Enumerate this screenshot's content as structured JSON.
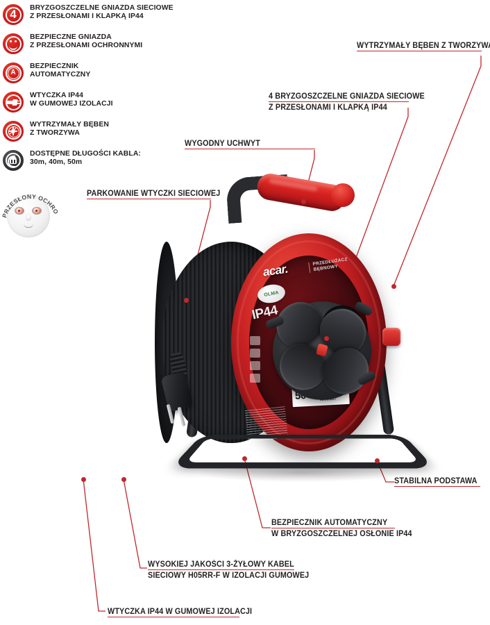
{
  "meta": {
    "language": "pl",
    "accent_red": "#c1272d",
    "icon_red": "#d2201d",
    "text_dark": "#231f20"
  },
  "features": [
    {
      "icon": "number-4-icon",
      "badge": "4",
      "lines": [
        "BRYZGOSZCZELNE GNIAZDA SIECIOWE",
        "Z PRZESŁONAMI I KLAPKĄ IP44"
      ]
    },
    {
      "icon": "smiley-face-icon",
      "badge": "",
      "lines": [
        "BEZPIECZNE GNIAZDA",
        "Z PRZESŁONAMI OCHRONNYMI"
      ]
    },
    {
      "icon": "letter-a-circuit-breaker-icon",
      "badge": "A",
      "lines": [
        "BEZPIECZNIK",
        "AUTOMATYCZNY"
      ]
    },
    {
      "icon": "plug-icon",
      "badge": "",
      "lines": [
        "WTYCZKA IP44",
        "W GUMOWEJ IZOLACJI"
      ]
    },
    {
      "icon": "cable-reel-icon",
      "badge": "",
      "lines": [
        "WYTRZYMAŁY BĘBEN",
        "Z TWORZYWA"
      ]
    },
    {
      "icon": "cable-length-socket-icon",
      "badge": "",
      "lines": [
        "DOSTĘPNE DŁUGOŚCI KABLA:",
        "30m, 40m, 50m"
      ]
    }
  ],
  "badge": {
    "arc_text": "PRZESŁONY OCHRONNE",
    "name": "protective-shutters-badge"
  },
  "callouts": [
    {
      "id": "callout-durable-drum",
      "lines": [
        "WYTRZYMAŁY BĘBEN Z TWORZYWA"
      ],
      "align": "left"
    },
    {
      "id": "callout-four-sockets",
      "lines": [
        "4 BRYZGOSZCZELNE GNIAZDA SIECIOWE",
        "Z PRZESŁONAMI I KLAPKĄ IP44"
      ],
      "align": "left"
    },
    {
      "id": "callout-comfort-handle",
      "lines": [
        "WYGODNY UCHWYT"
      ],
      "align": "left"
    },
    {
      "id": "callout-plug-parking",
      "lines": [
        "PARKOWANIE WTYCZKI SIECIOWEJ"
      ],
      "align": "left"
    },
    {
      "id": "callout-stable-base",
      "lines": [
        "STABILNA PODSTAWA"
      ],
      "align": "left"
    },
    {
      "id": "callout-auto-breaker",
      "lines": [
        "BEZPIECZNIK AUTOMATYCZNY",
        "W BRYZGOSZCZELNEJ OSŁONIE IP44"
      ],
      "align": "left"
    },
    {
      "id": "callout-quality-cable",
      "lines": [
        "WYSOKIEJ JAKOŚCI 3-ŻYŁOWY KABEL",
        "SIECIOWY H05RR-F W IZOLACJI GUMOWEJ"
      ],
      "align": "left"
    },
    {
      "id": "callout-rubber-plug",
      "lines": [
        "WTYCZKA IP44 W GUMOWEJ IZOLACJI"
      ],
      "align": "left"
    }
  ],
  "product": {
    "brand": "acar.",
    "brand_subtitle": "PRZEDŁUŻACZ\nBĘBNOWY",
    "ip_rating": "IP44",
    "eco_badge": "OLMA",
    "spec_length": "50",
    "spec_unit": "m",
    "spec_ce": "CE",
    "spec_microtext": "H05RR-F 3x1,5mm²  250V~  16A  IP44"
  }
}
